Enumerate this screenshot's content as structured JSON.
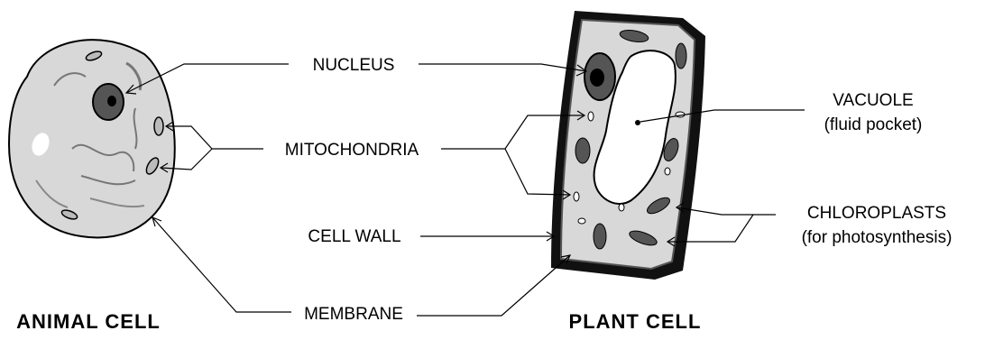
{
  "labels": {
    "nucleus": "NUCLEUS",
    "mitochondria": "MITOCHONDRIA",
    "cell_wall": "CELL WALL",
    "membrane": "MEMBRANE",
    "vacuole_line1": "VACUOLE",
    "vacuole_line2": "(fluid pocket)",
    "chloroplasts_line1": "CHLOROPLASTS",
    "chloroplasts_line2": "(for photosynthesis)"
  },
  "titles": {
    "animal_cell": "ANIMAL CELL",
    "plant_cell": "PLANT CELL"
  },
  "colors": {
    "cytoplasm": "#d8d8d8",
    "wall": "#111111",
    "organelle_dark": "#555555",
    "organelle_mid": "#777777",
    "line": "#000000"
  }
}
